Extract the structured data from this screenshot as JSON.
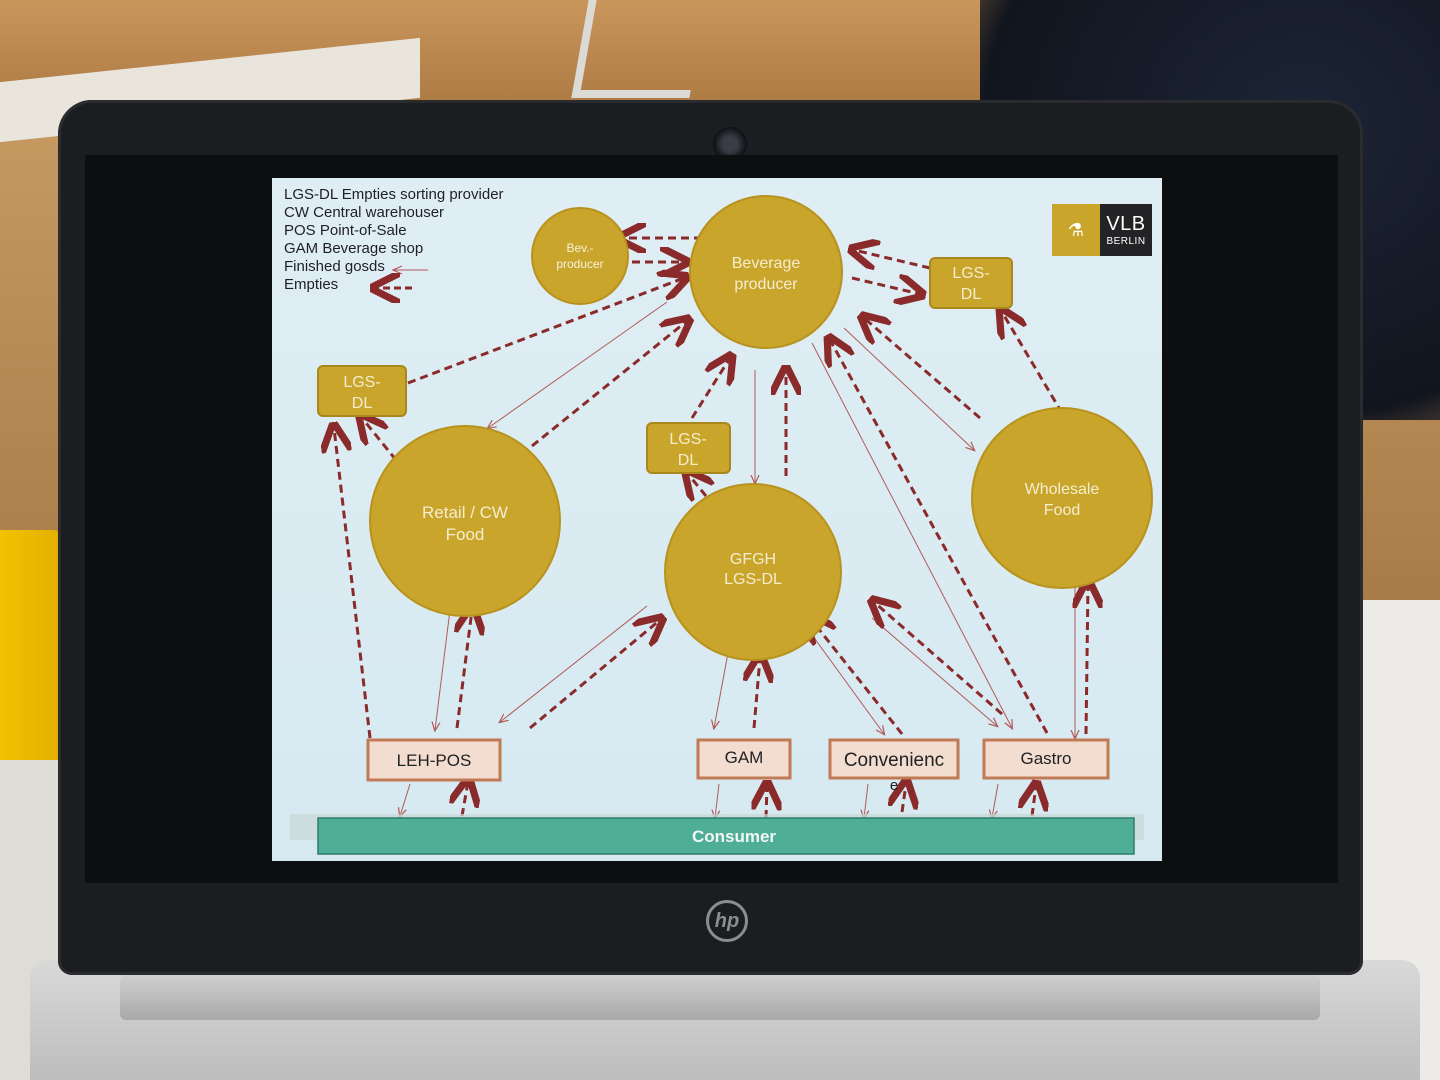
{
  "legend": {
    "lines": [
      "LGS-DL Empties sorting provider",
      "CW Central warehouser",
      "POS Point-of-Sale",
      "GAM Beverage shop",
      "Finished gosds",
      "Empties"
    ]
  },
  "logo": {
    "name": "VLB",
    "city": "BERLIN"
  },
  "nodes": {
    "bev_small": [
      "Bev.-",
      "producer"
    ],
    "beverage_producer": [
      "Beverage",
      "producer"
    ],
    "lgs_top_right": [
      "LGS-",
      "DL"
    ],
    "lgs_left": [
      "LGS-",
      "DL"
    ],
    "lgs_center": [
      "LGS-",
      "DL"
    ],
    "retail": [
      "Retail / CW",
      "Food"
    ],
    "gfgh": [
      "GFGH",
      "LGS-DL"
    ],
    "wholesale": [
      "Wholesale",
      "Food"
    ]
  },
  "boxes": {
    "leh_pos": "LEH-POS",
    "gam": "GAM",
    "convenience": [
      "Convenienc",
      "e"
    ],
    "gastro": "Gastro"
  },
  "consumer": "Consumer",
  "device": {
    "brand": "hp"
  },
  "colors": {
    "node_fill": "#c9a52b",
    "box_fill": "#f3ddd0",
    "box_border": "#c07a55",
    "arrow_empties": "#8b2a2a",
    "arrow_goods": "#b25a5a",
    "consumer_fill": "#4fae96",
    "slide_bg": "#d9ebf2"
  }
}
